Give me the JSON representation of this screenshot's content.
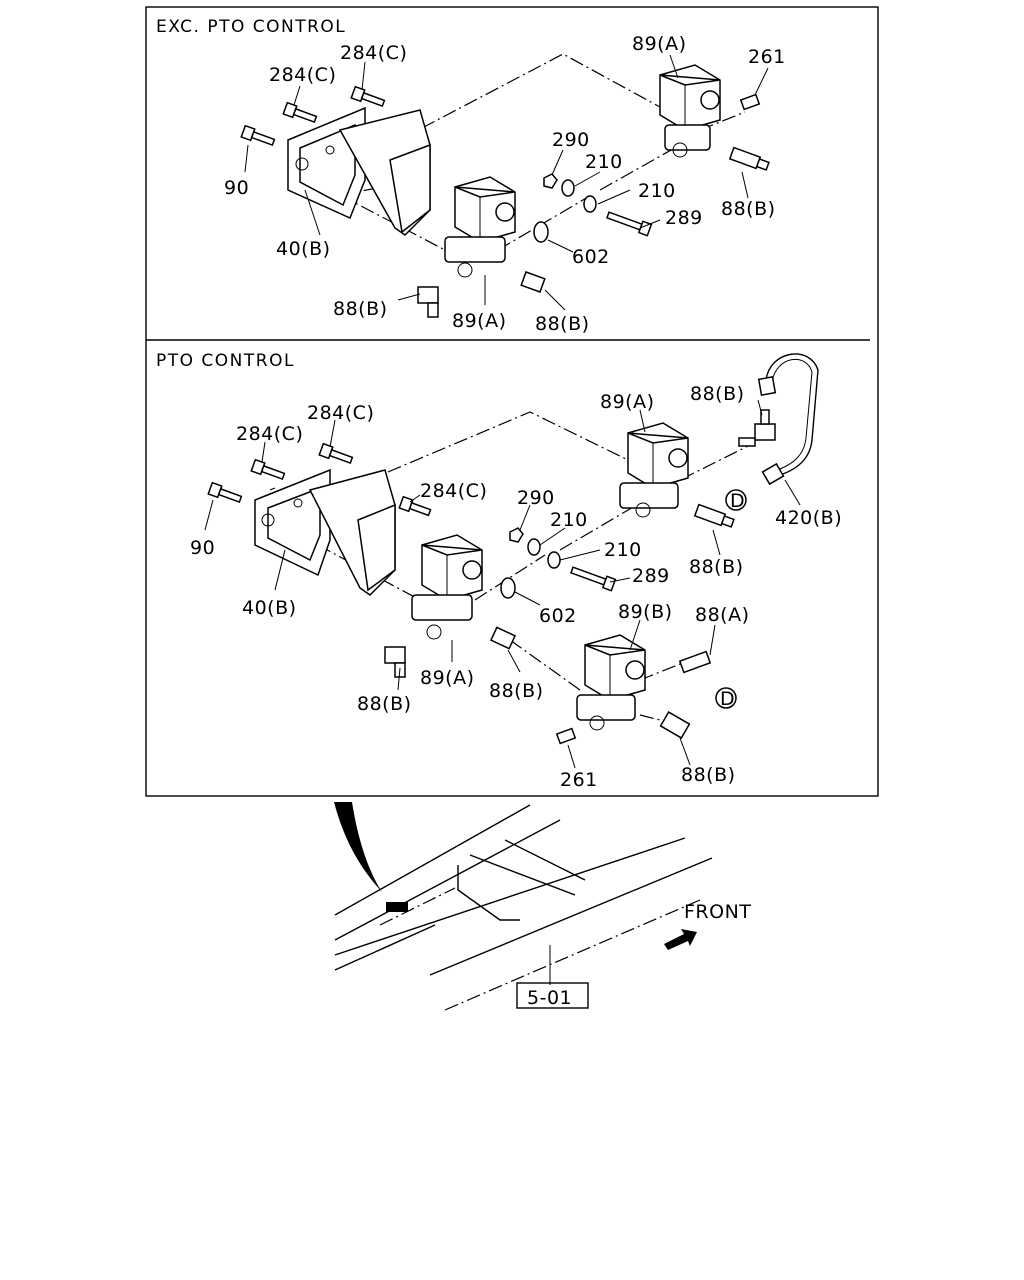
{
  "sections": {
    "exc_pto": "EXC. PTO CONTROL",
    "pto": "PTO CONTROL"
  },
  "callouts": {
    "top": {
      "c89a": "89(A)",
      "c261": "261",
      "c284c_1": "284(C)",
      "c284c_2": "284(C)",
      "c90": "90",
      "c40b": "40(B)",
      "c290": "290",
      "c210_1": "210",
      "c210_2": "210",
      "c88b_1": "88(B)",
      "c289": "289",
      "c602": "602",
      "c88b_2": "88(B)",
      "c89a_2": "89(A)",
      "c88b_3": "88(B)"
    },
    "bottom": {
      "c89a": "89(A)",
      "c88b_1": "88(B)",
      "c284c_1": "284(C)",
      "c284c_2": "284(C)",
      "c284c_3": "284(C)",
      "c90": "90",
      "c40b": "40(B)",
      "c290": "290",
      "c210_1": "210",
      "c210_2": "210",
      "cD_1": "D",
      "c420b": "420(B)",
      "c88b_2": "88(B)",
      "c289": "289",
      "c602": "602",
      "c89b": "89(B)",
      "c88a": "88(A)",
      "c89a_2": "89(A)",
      "c88b_3": "88(B)",
      "c88b_4": "88(B)",
      "cD_2": "D",
      "c261": "261",
      "c88b_5": "88(B)"
    }
  },
  "chassis": {
    "front_label": "FRONT",
    "ref_box": "5-01"
  },
  "icons": [
    "solenoid-valve",
    "bolt",
    "nut",
    "washer",
    "o-ring",
    "elbow-fitting",
    "tee-fitting",
    "bracket",
    "pipe",
    "front-arrow"
  ]
}
